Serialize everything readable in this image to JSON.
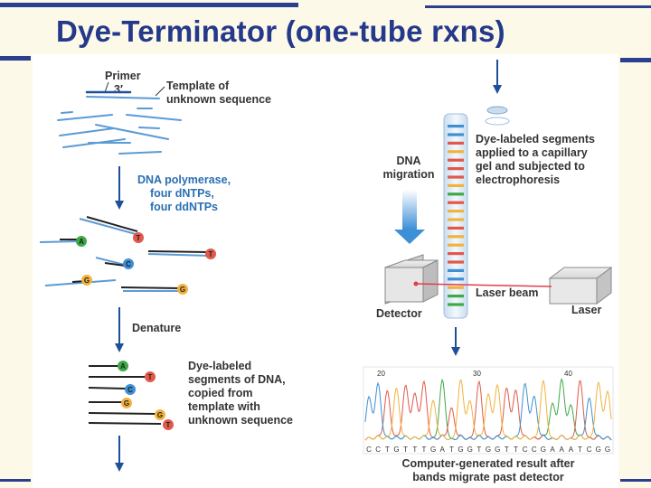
{
  "slide": {
    "title": "Dye-Terminator (one-tube rxns)"
  },
  "left_panel": {
    "primer_label": "Primer",
    "primer_end": "3′",
    "template_label": [
      "Template of",
      "unknown sequence"
    ],
    "step1_label": [
      "DNA polymerase,",
      "four dNTPs,",
      "four ddNTPs"
    ],
    "step2_label": "Denature",
    "step3_label": [
      "Dye-labeled",
      "segments of DNA,",
      "copied from",
      "template with",
      "unknown sequence"
    ]
  },
  "right_panel": {
    "dna_migration_label": [
      "DNA",
      "migration"
    ],
    "applied_label": [
      "Dye-labeled segments",
      "applied to a capillary",
      "gel and subjected to",
      "electrophoresis"
    ],
    "laser_beam_label": "Laser beam",
    "detector_label": "Detector",
    "laser_label": "Laser",
    "result_label": [
      "Computer-generated result after",
      "bands migrate past detector"
    ]
  },
  "chromatogram": {
    "position_labels": [
      "20",
      "30",
      "40"
    ],
    "sequence": "CCTGTTTGATGGTGGTTCCGAAATCGG"
  },
  "colors": {
    "A": "#3daa47",
    "T": "#e2584a",
    "C": "#3d8fd6",
    "G": "#f2b23c",
    "template": "#5b9bd5",
    "title": "#24398a",
    "band": "#2a3f8f",
    "label_blue": "#2a6fb3",
    "laser": "#e63c4a"
  }
}
